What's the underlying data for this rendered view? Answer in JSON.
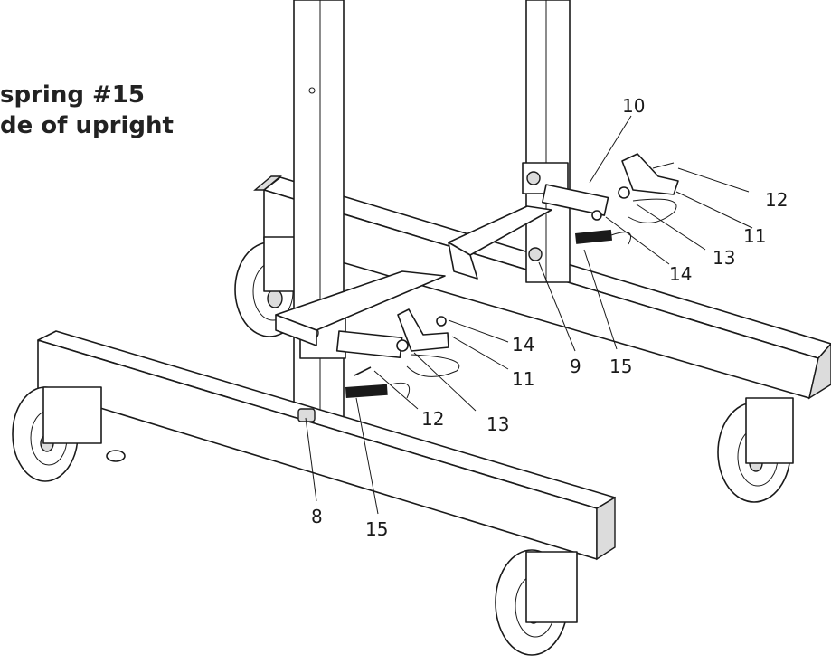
{
  "note": {
    "line1": "spring #15",
    "line2": "de of upright"
  },
  "callouts": [
    "10",
    "12",
    "11",
    "13",
    "14",
    "9",
    "15",
    "14",
    "11",
    "13",
    "12",
    "8",
    "15"
  ]
}
